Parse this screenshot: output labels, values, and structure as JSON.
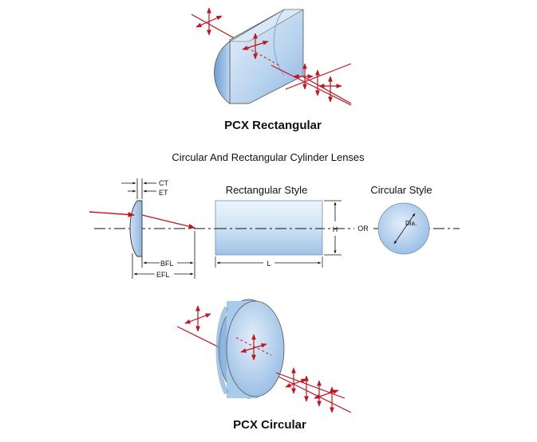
{
  "title": "Circular And Rectangular Cylinder Lenses",
  "top_figure": {
    "caption": "PCX Rectangular"
  },
  "bottom_figure": {
    "caption": "PCX Circular"
  },
  "dimension_diagram": {
    "ct_label": "CT",
    "et_label": "ET",
    "bfl_label": "BFL",
    "efl_label": "EFL",
    "rectangular_heading": "Rectangular Style",
    "circular_heading": "Circular Style",
    "height_label": "H",
    "length_label": "L",
    "or_label": "OR",
    "dia_label": "Dia."
  },
  "colors": {
    "lens_light": "#dbeaf7",
    "lens_mid": "#a9cbea",
    "lens_dark": "#6f9fd2",
    "ray_red": "#c4131f",
    "line": "#111111"
  }
}
